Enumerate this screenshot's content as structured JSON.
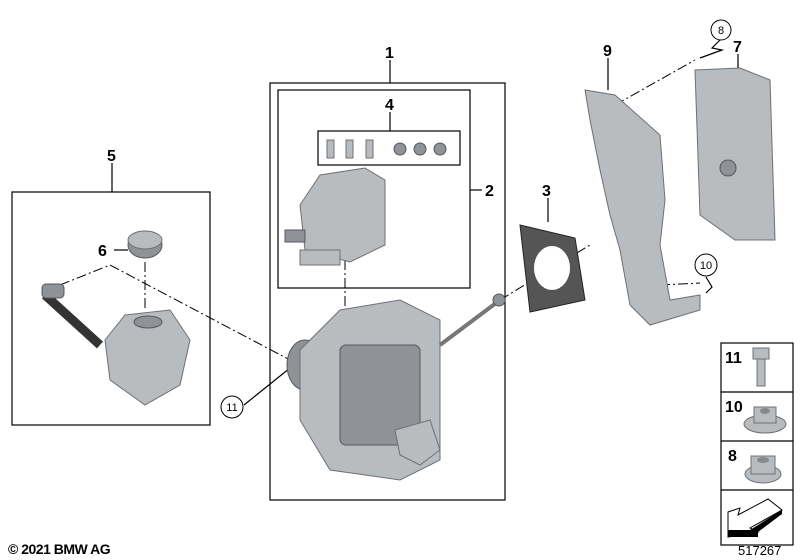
{
  "callouts": {
    "c1": "1",
    "c2": "2",
    "c3": "3",
    "c4": "4",
    "c5": "5",
    "c6": "6",
    "c7": "7",
    "c8": "8",
    "c9": "9",
    "c10": "10",
    "c11": "11"
  },
  "legend": [
    {
      "number": "11",
      "part": "bolt"
    },
    {
      "number": "10",
      "part": "flange-nut"
    },
    {
      "number": "8",
      "part": "hex-nut"
    }
  ],
  "copyright": "© 2021 BMW AG",
  "diagram_id": "517267"
}
